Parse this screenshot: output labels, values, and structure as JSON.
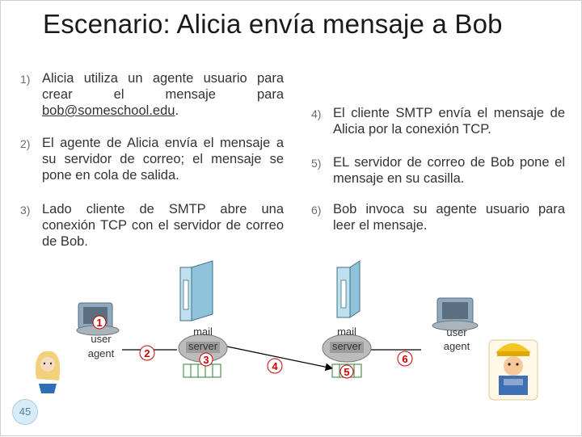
{
  "title": "Escenario: Alicia envía mensaje a Bob",
  "steps": [
    {
      "num": "1)",
      "text": "Alicia utiliza un agente usuario para crear el mensaje para ",
      "email": "bob@someschool.edu",
      "tail": "."
    },
    {
      "num": "2)",
      "text": "El agente de Alicia envía el mensaje a su servidor de correo; el mensaje se pone en cola de salida."
    },
    {
      "num": "3)",
      "text": "Lado cliente de SMTP abre una conexión TCP con el servidor de correo de Bob."
    },
    {
      "num": "4)",
      "text": "El cliente SMTP envía el mensaje de Alicia por la conexión TCP."
    },
    {
      "num": "5)",
      "text": "EL servidor de correo de Bob pone el mensaje en su casilla."
    },
    {
      "num": "6)",
      "text": "Bob invoca su agente usuario para leer el mensaje."
    }
  ],
  "diagram": {
    "left_ua": {
      "line1": "user",
      "line2": "agent"
    },
    "left_server": {
      "line1": "mail",
      "line2": "server"
    },
    "right_server": {
      "line1": "mail",
      "line2": "server"
    },
    "right_ua": {
      "line1": "user",
      "line2": "agent"
    },
    "markers": [
      "1",
      "2",
      "3",
      "4",
      "5",
      "6"
    ]
  },
  "slide_number": "45",
  "colors": {
    "marker": "#cc0000",
    "server": "#bfe0ee",
    "queue": "#2e7d32",
    "ink": "#333333"
  }
}
